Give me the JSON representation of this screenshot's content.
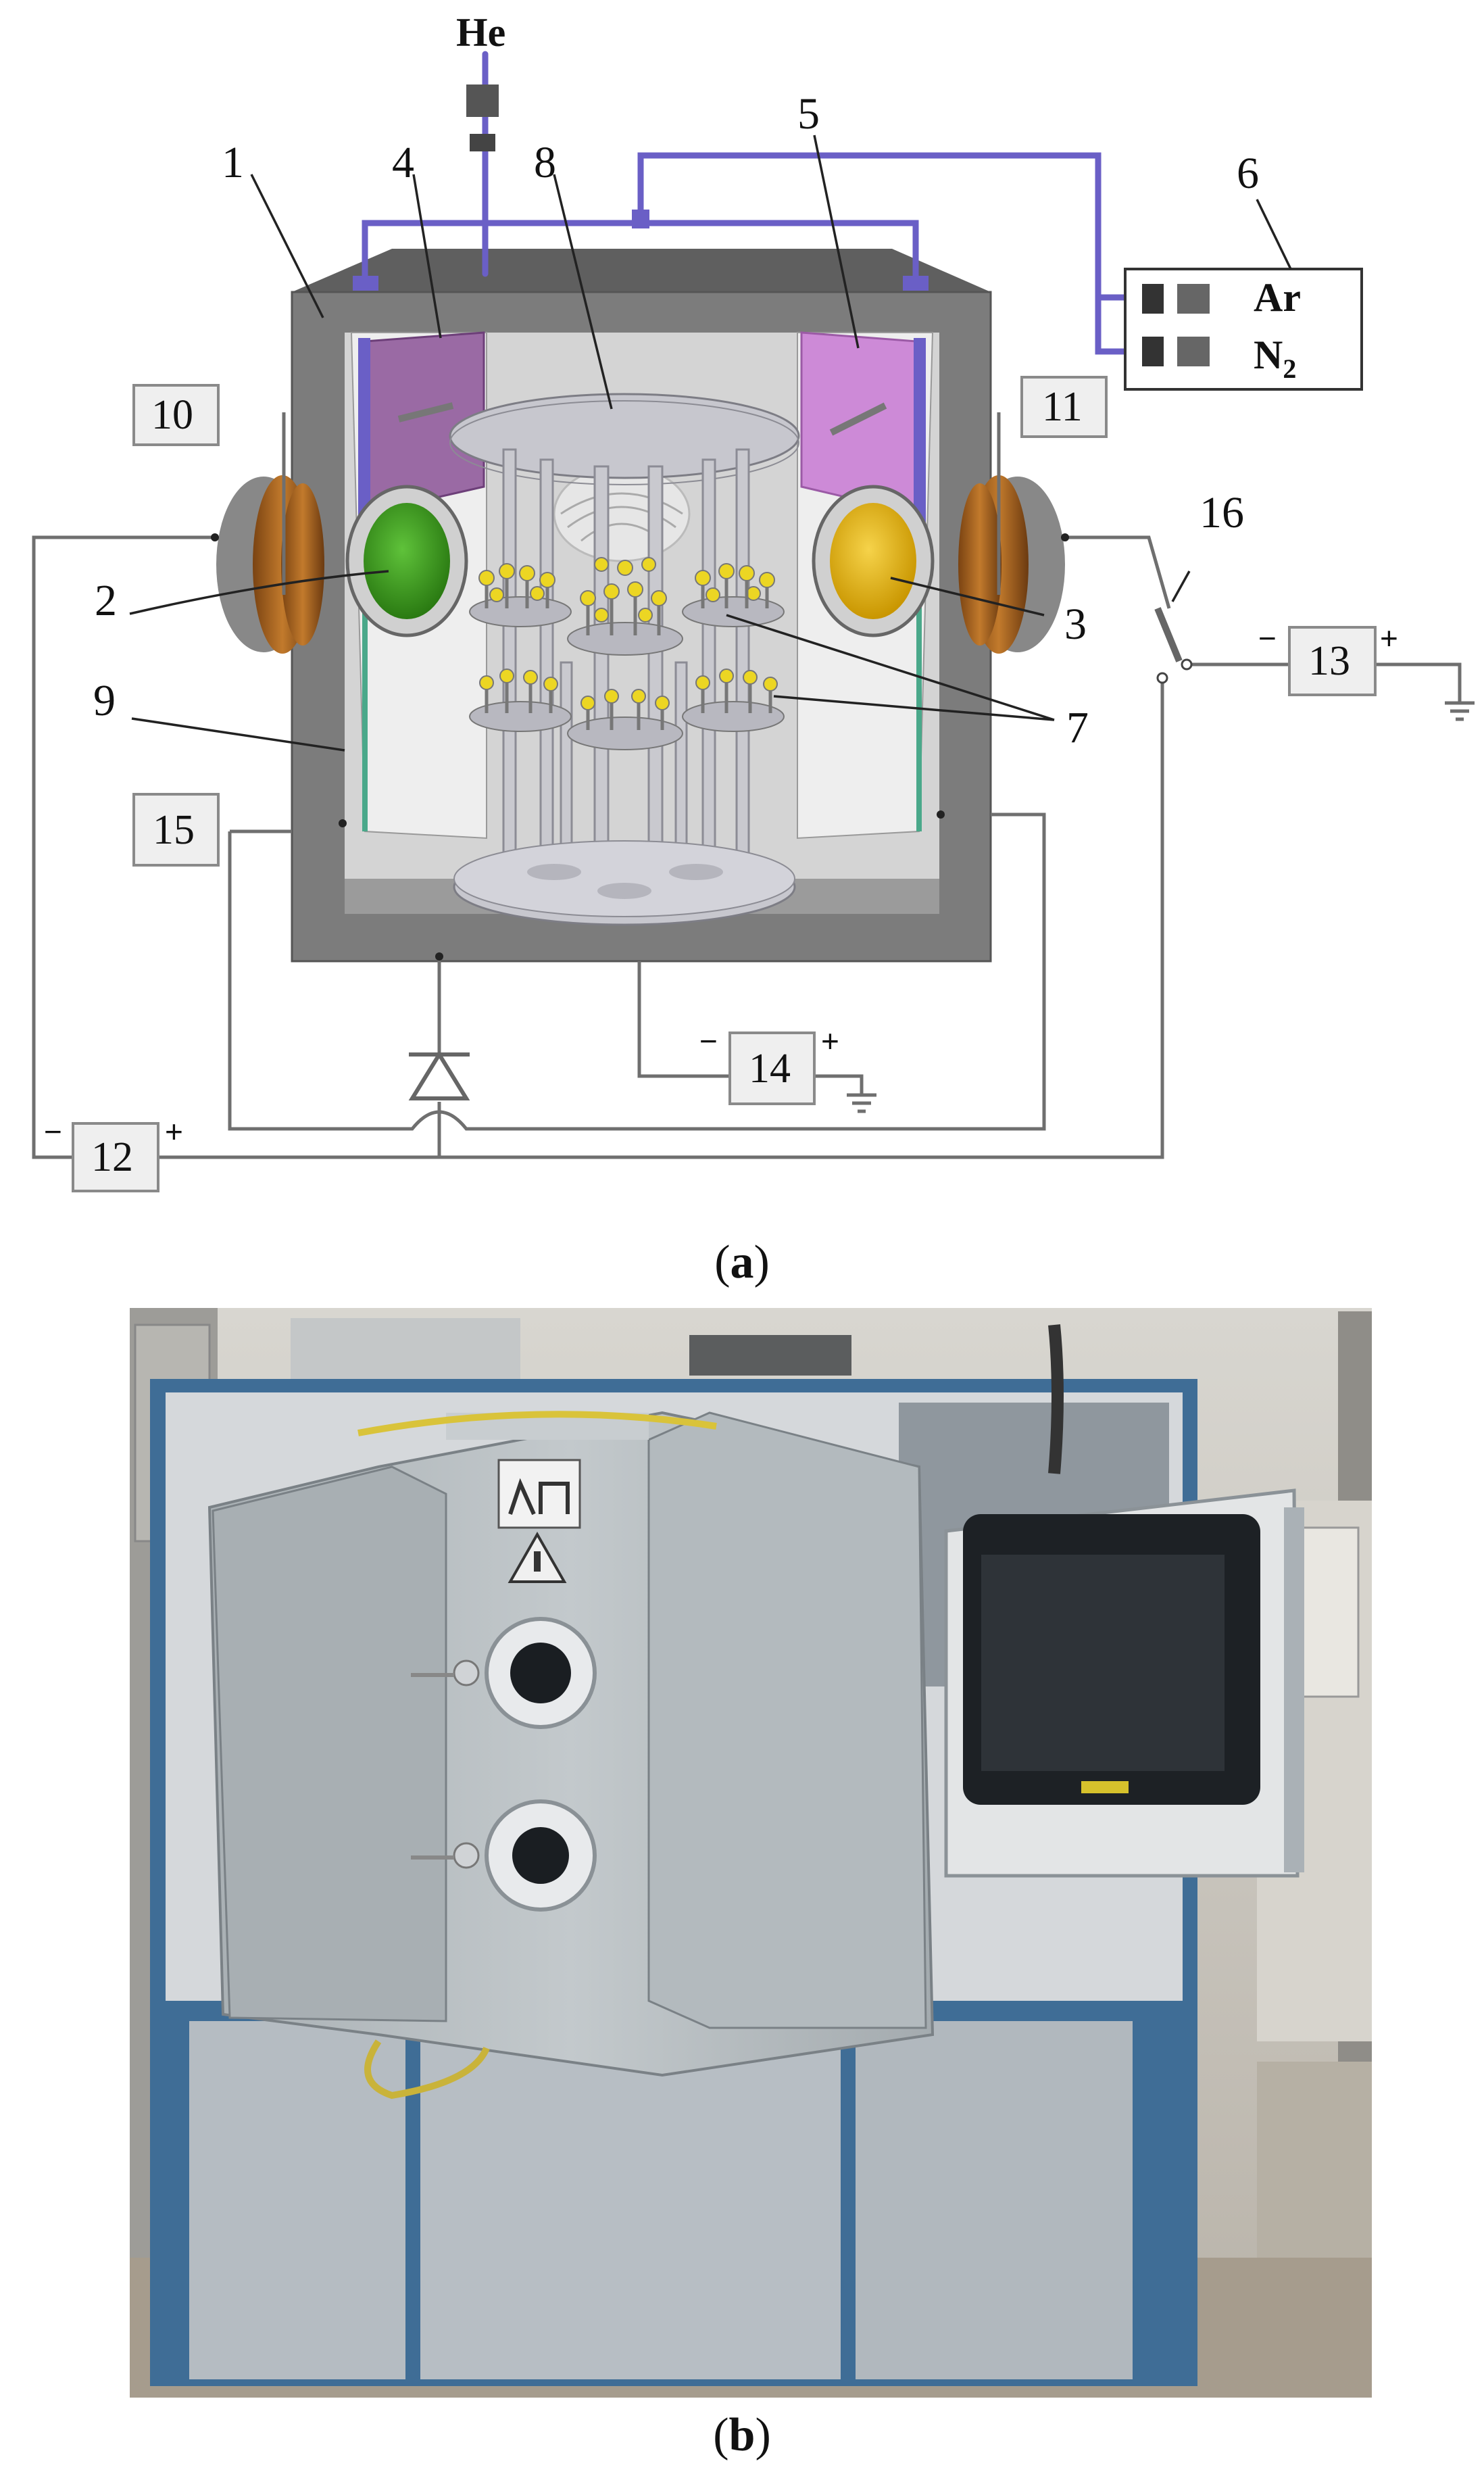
{
  "figure": {
    "panel_a_caption": "(a)",
    "panel_b_caption": "(b)",
    "callouts": [
      "1",
      "2",
      "3",
      "4",
      "5",
      "6",
      "7",
      "8",
      "9",
      "16"
    ],
    "numbered_boxes": [
      "10",
      "11",
      "12",
      "13",
      "14",
      "15"
    ],
    "gas_inlets": {
      "top": "He",
      "box_upper": "Ar",
      "box_lower_main": "N",
      "box_lower_sub": "2"
    },
    "polarity": {
      "minus": "−",
      "plus": "+"
    }
  },
  "colors": {
    "chamber_wall": "#7c7c7c",
    "gas_line": "#6a5fc6",
    "cathode_left": "#3b9a1e",
    "cathode_right": "#e4b400",
    "shutter": "#cd8ad7",
    "coil": "#b0671f",
    "cabinet_frame": "#3f6d96",
    "cabinet_panel": "#b5bcc2"
  }
}
